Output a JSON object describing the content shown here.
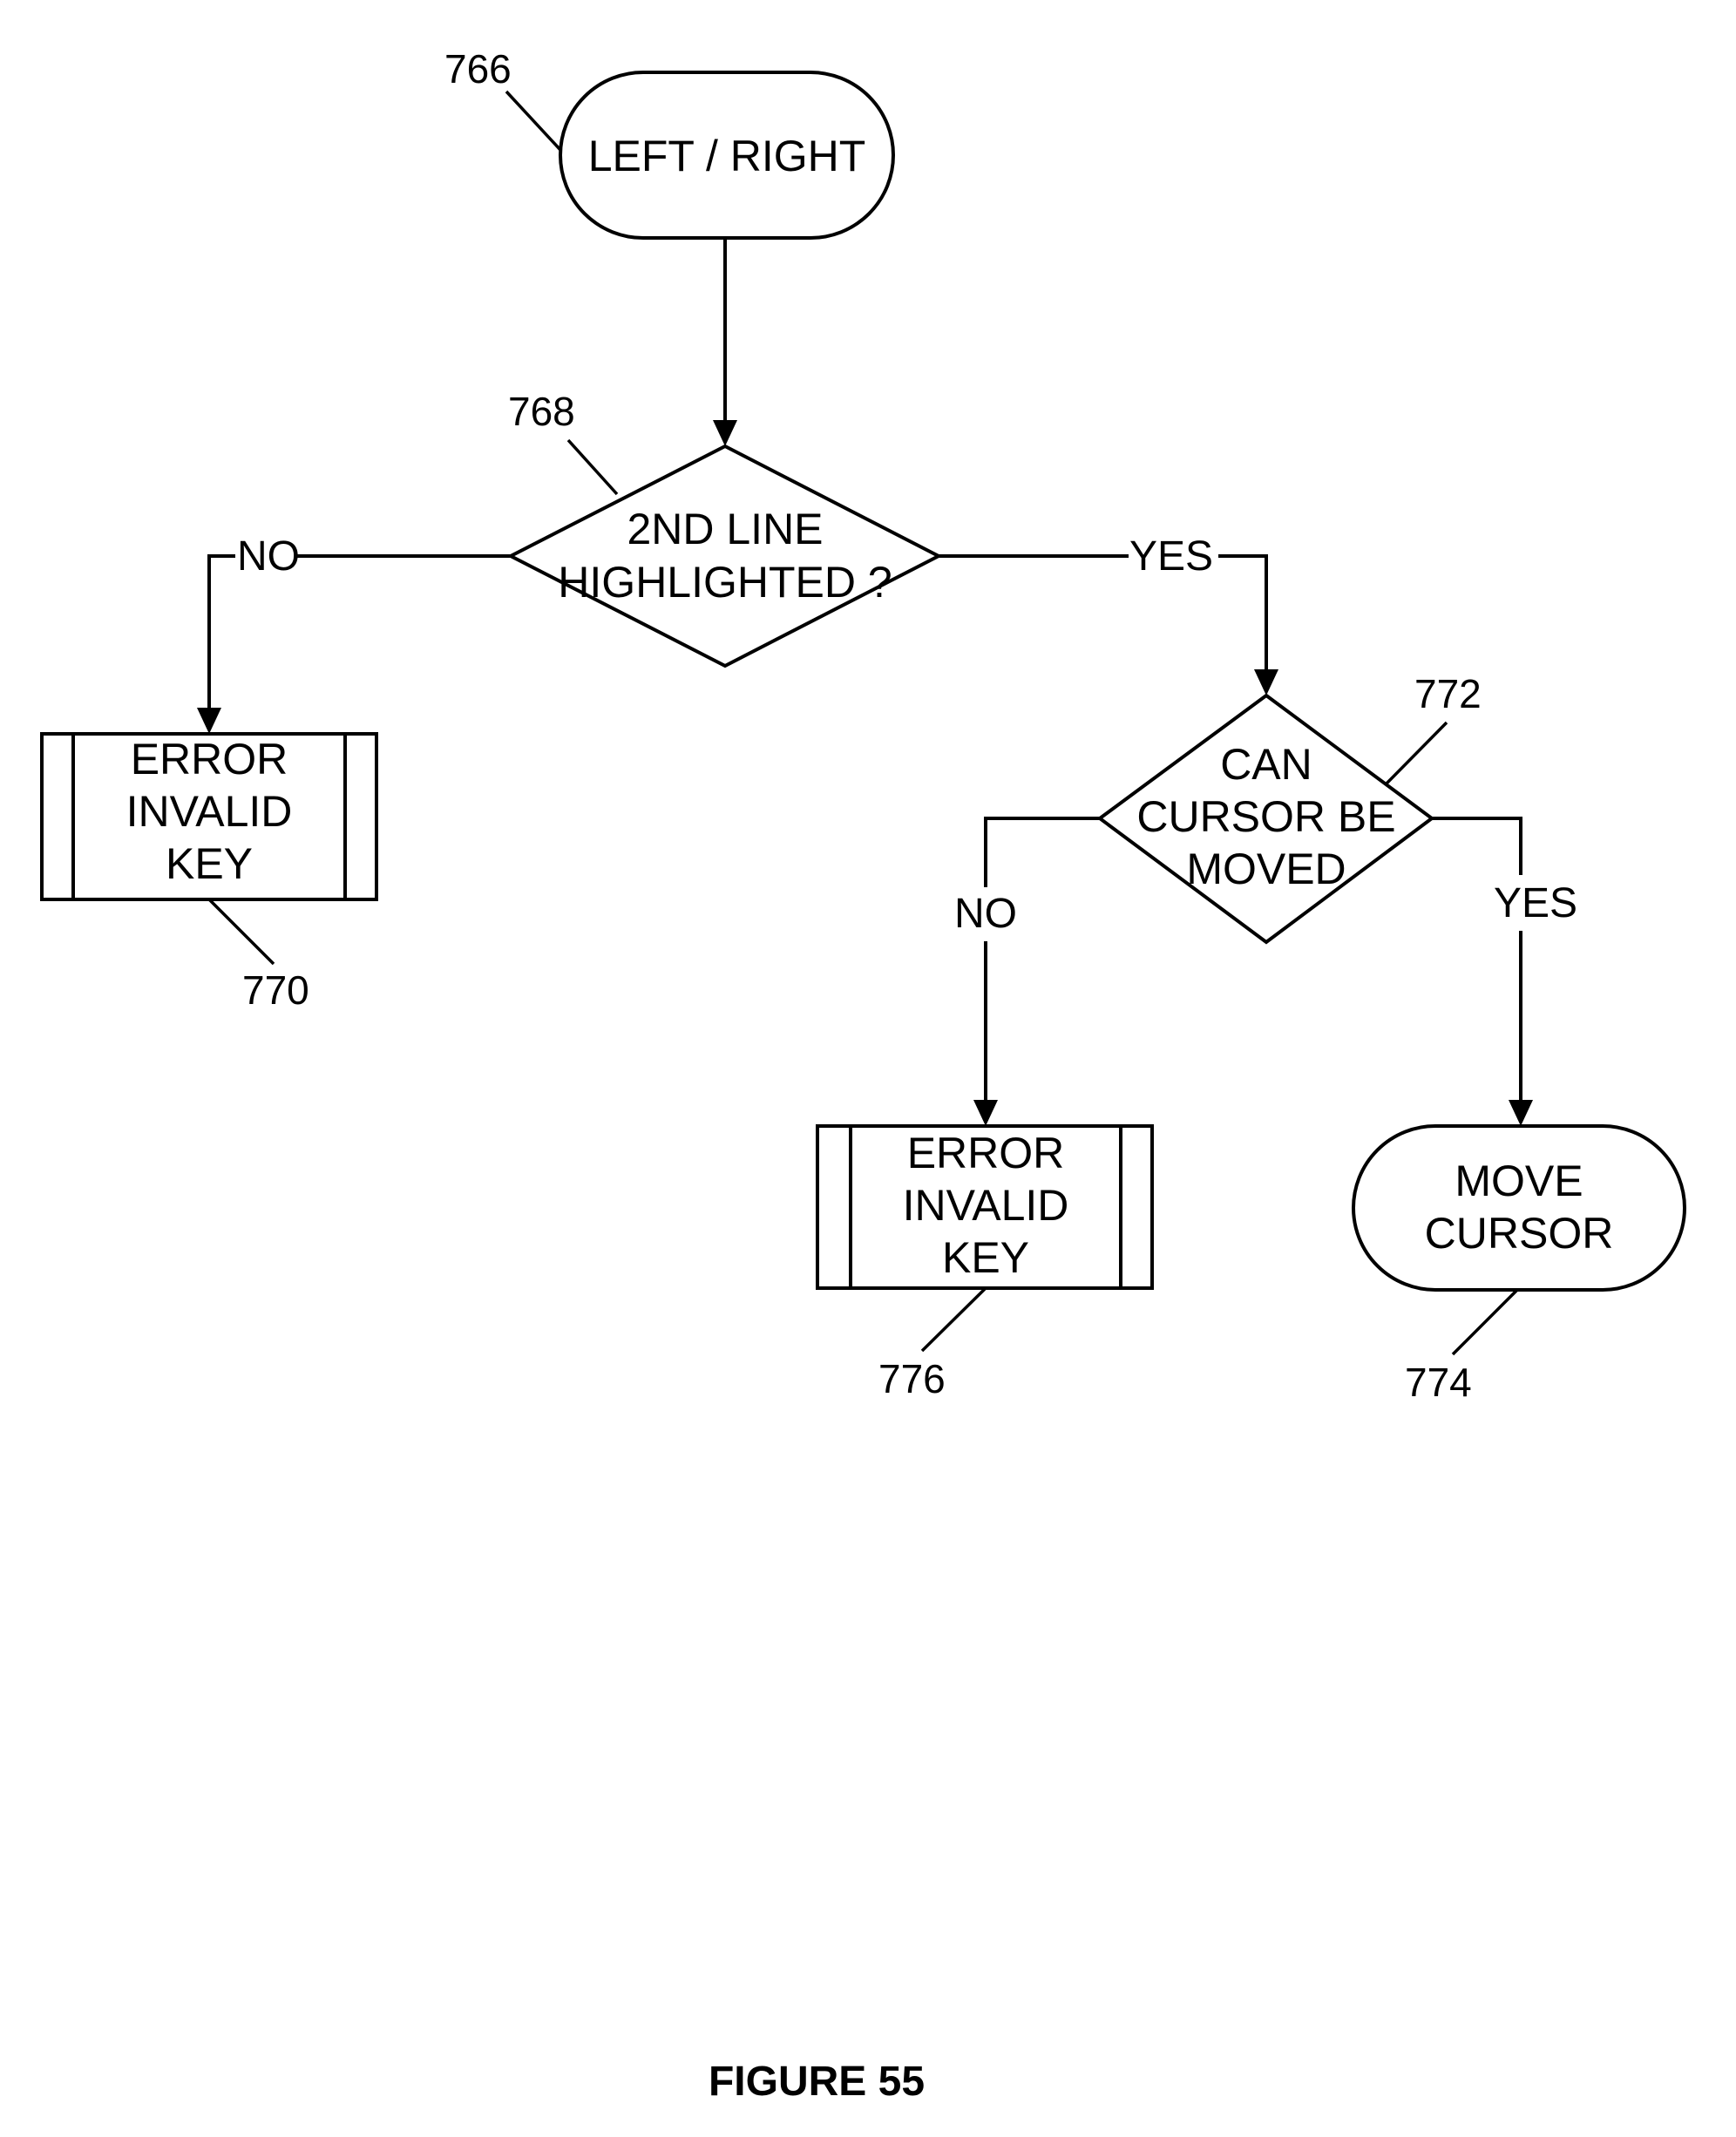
{
  "figure_caption": "FIGURE 55",
  "nodes": {
    "start": {
      "ref": "766",
      "lines": [
        "LEFT / RIGHT"
      ]
    },
    "decision_second_line": {
      "ref": "768",
      "lines": [
        "2ND LINE",
        "HIGHLIGHTED ?"
      ]
    },
    "error_left": {
      "ref": "770",
      "lines": [
        "ERROR",
        "INVALID",
        "KEY"
      ]
    },
    "decision_cursor": {
      "ref": "772",
      "lines": [
        "CAN",
        "CURSOR BE",
        "MOVED"
      ]
    },
    "error_bottom": {
      "ref": "776",
      "lines": [
        "ERROR",
        "INVALID",
        "KEY"
      ]
    },
    "move_cursor": {
      "ref": "774",
      "lines": [
        "MOVE",
        "CURSOR"
      ]
    }
  },
  "branches": {
    "decision_second_line_no": "NO",
    "decision_second_line_yes": "YES",
    "decision_cursor_no": "NO",
    "decision_cursor_yes": "YES"
  }
}
